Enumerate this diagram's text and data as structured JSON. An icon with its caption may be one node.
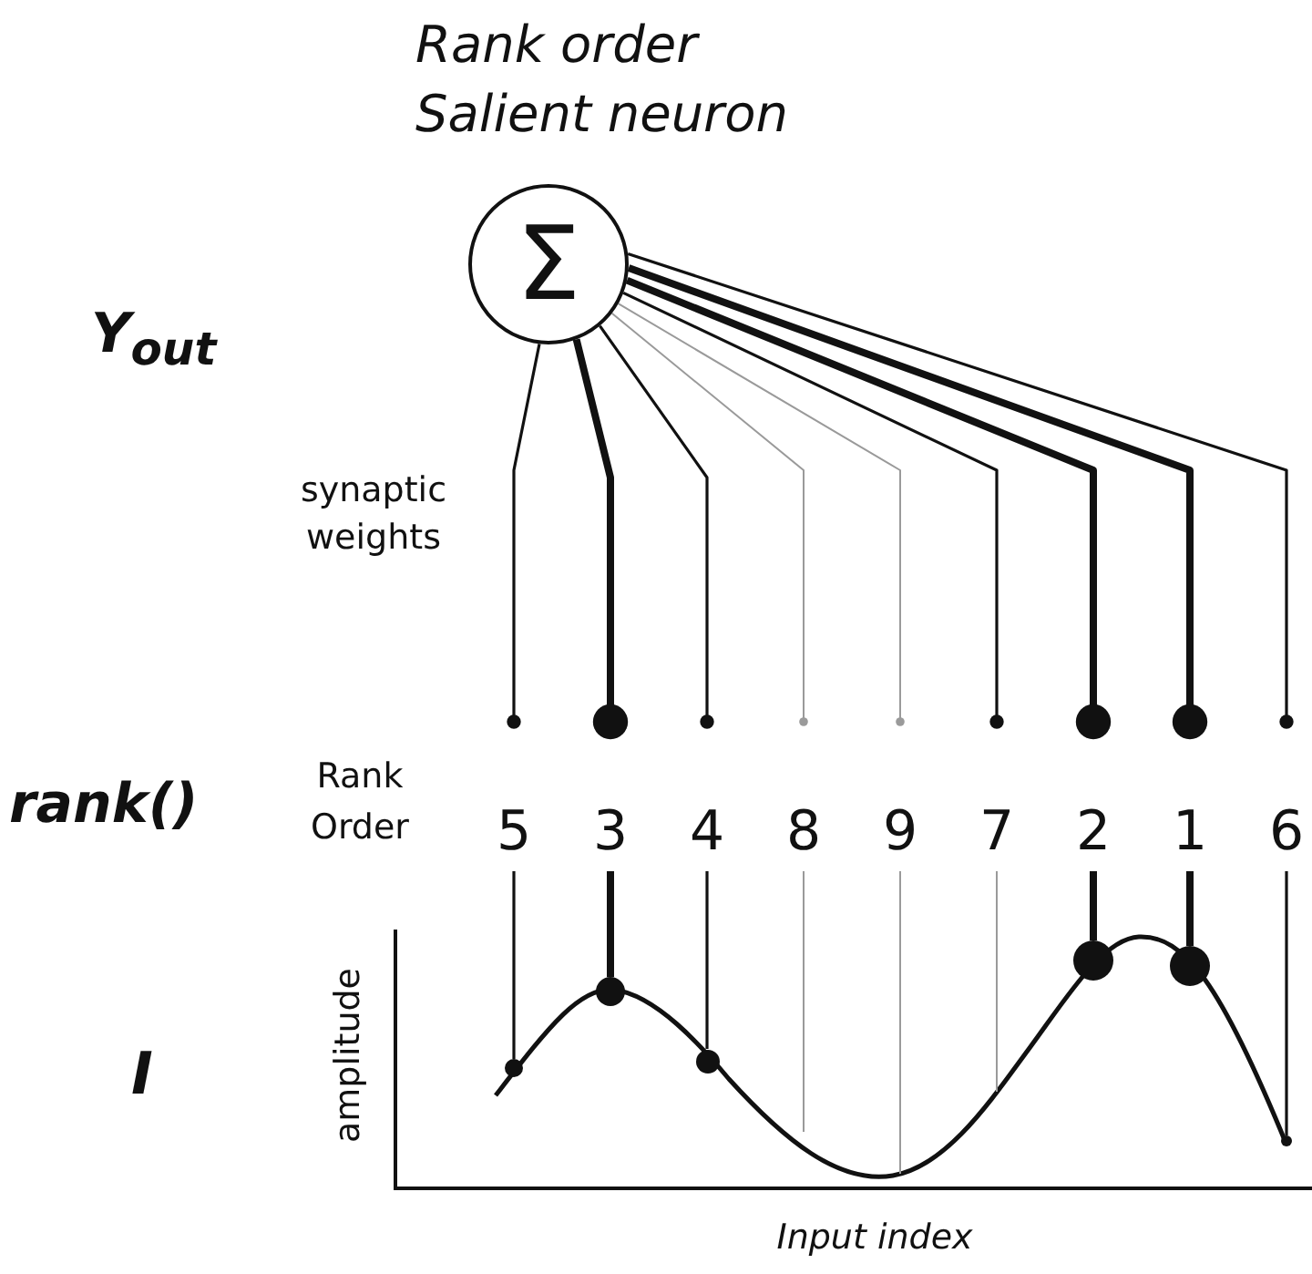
{
  "diagram": {
    "title": "Rank order Salient neuron",
    "nodes": [
      {
        "text": [
          "Σ"
        ]
      },
      {
        "text": [
          "5"
        ]
      },
      {
        "text": [
          "3"
        ]
      },
      {
        "text": [
          "4"
        ]
      },
      {
        "text": [
          "8"
        ]
      },
      {
        "text": [
          "9"
        ]
      },
      {
        "text": [
          "7"
        ]
      },
      {
        "text": [
          "2"
        ]
      },
      {
        "text": [
          "1"
        ]
      },
      {
        "text": [
          "6"
        ]
      },
      {
        "text": [],
        "shape": "circle"
      },
      {
        "text": [],
        "shape": "circle"
      },
      {
        "text": [],
        "shape": "circle"
      },
      {
        "text": [],
        "shape": "circle"
      },
      {
        "text": [],
        "shape": "circle"
      },
      {
        "text": [],
        "shape": "circle"
      }
    ],
    "edges": [
      {
        "from": 1,
        "to": 0,
        "arrow": "other"
      },
      {
        "from": 2,
        "to": 0,
        "arrow": "other",
        "style": "thick"
      },
      {
        "from": 3,
        "to": 0,
        "arrow": "other"
      },
      {
        "from": 4,
        "to": 0,
        "arrow": "other",
        "color": "#9a9a9a"
      },
      {
        "from": 5,
        "to": 0,
        "arrow": "other",
        "color": "#9a9a9a"
      },
      {
        "from": 6,
        "to": 0,
        "arrow": "other"
      },
      {
        "from": 7,
        "to": 0,
        "arrow": "other",
        "style": "thick"
      },
      {
        "from": 8,
        "to": 0,
        "arrow": "other",
        "style": "thick"
      },
      {
        "from": 9,
        "to": 0,
        "arrow": "other"
      },
      {
        "from": 1,
        "to": 10,
        "arrow": "none"
      },
      {
        "from": 2,
        "to": 11,
        "arrow": "none",
        "style": "thick"
      },
      {
        "from": 3,
        "to": 12,
        "arrow": "none"
      },
      {
        "from": 4,
        "to": null,
        "arrow": "none",
        "color": "#9a9a9a"
      },
      {
        "from": 5,
        "to": null,
        "arrow": "none",
        "color": "#9a9a9a"
      },
      {
        "from": 6,
        "to": null,
        "arrow": "none",
        "color": "#9a9a9a"
      },
      {
        "from": 7,
        "to": 13,
        "arrow": "none",
        "style": "thick"
      },
      {
        "from": 8,
        "to": 14,
        "arrow": "none",
        "style": "thick"
      },
      {
        "from": 9,
        "to": 15,
        "arrow": "none"
      }
    ],
    "labels": [
      "Y$_{out}$",
      "synaptic weights",
      "rank()",
      "Rank Order",
      "I",
      "amplitude",
      "Input index"
    ]
  }
}
